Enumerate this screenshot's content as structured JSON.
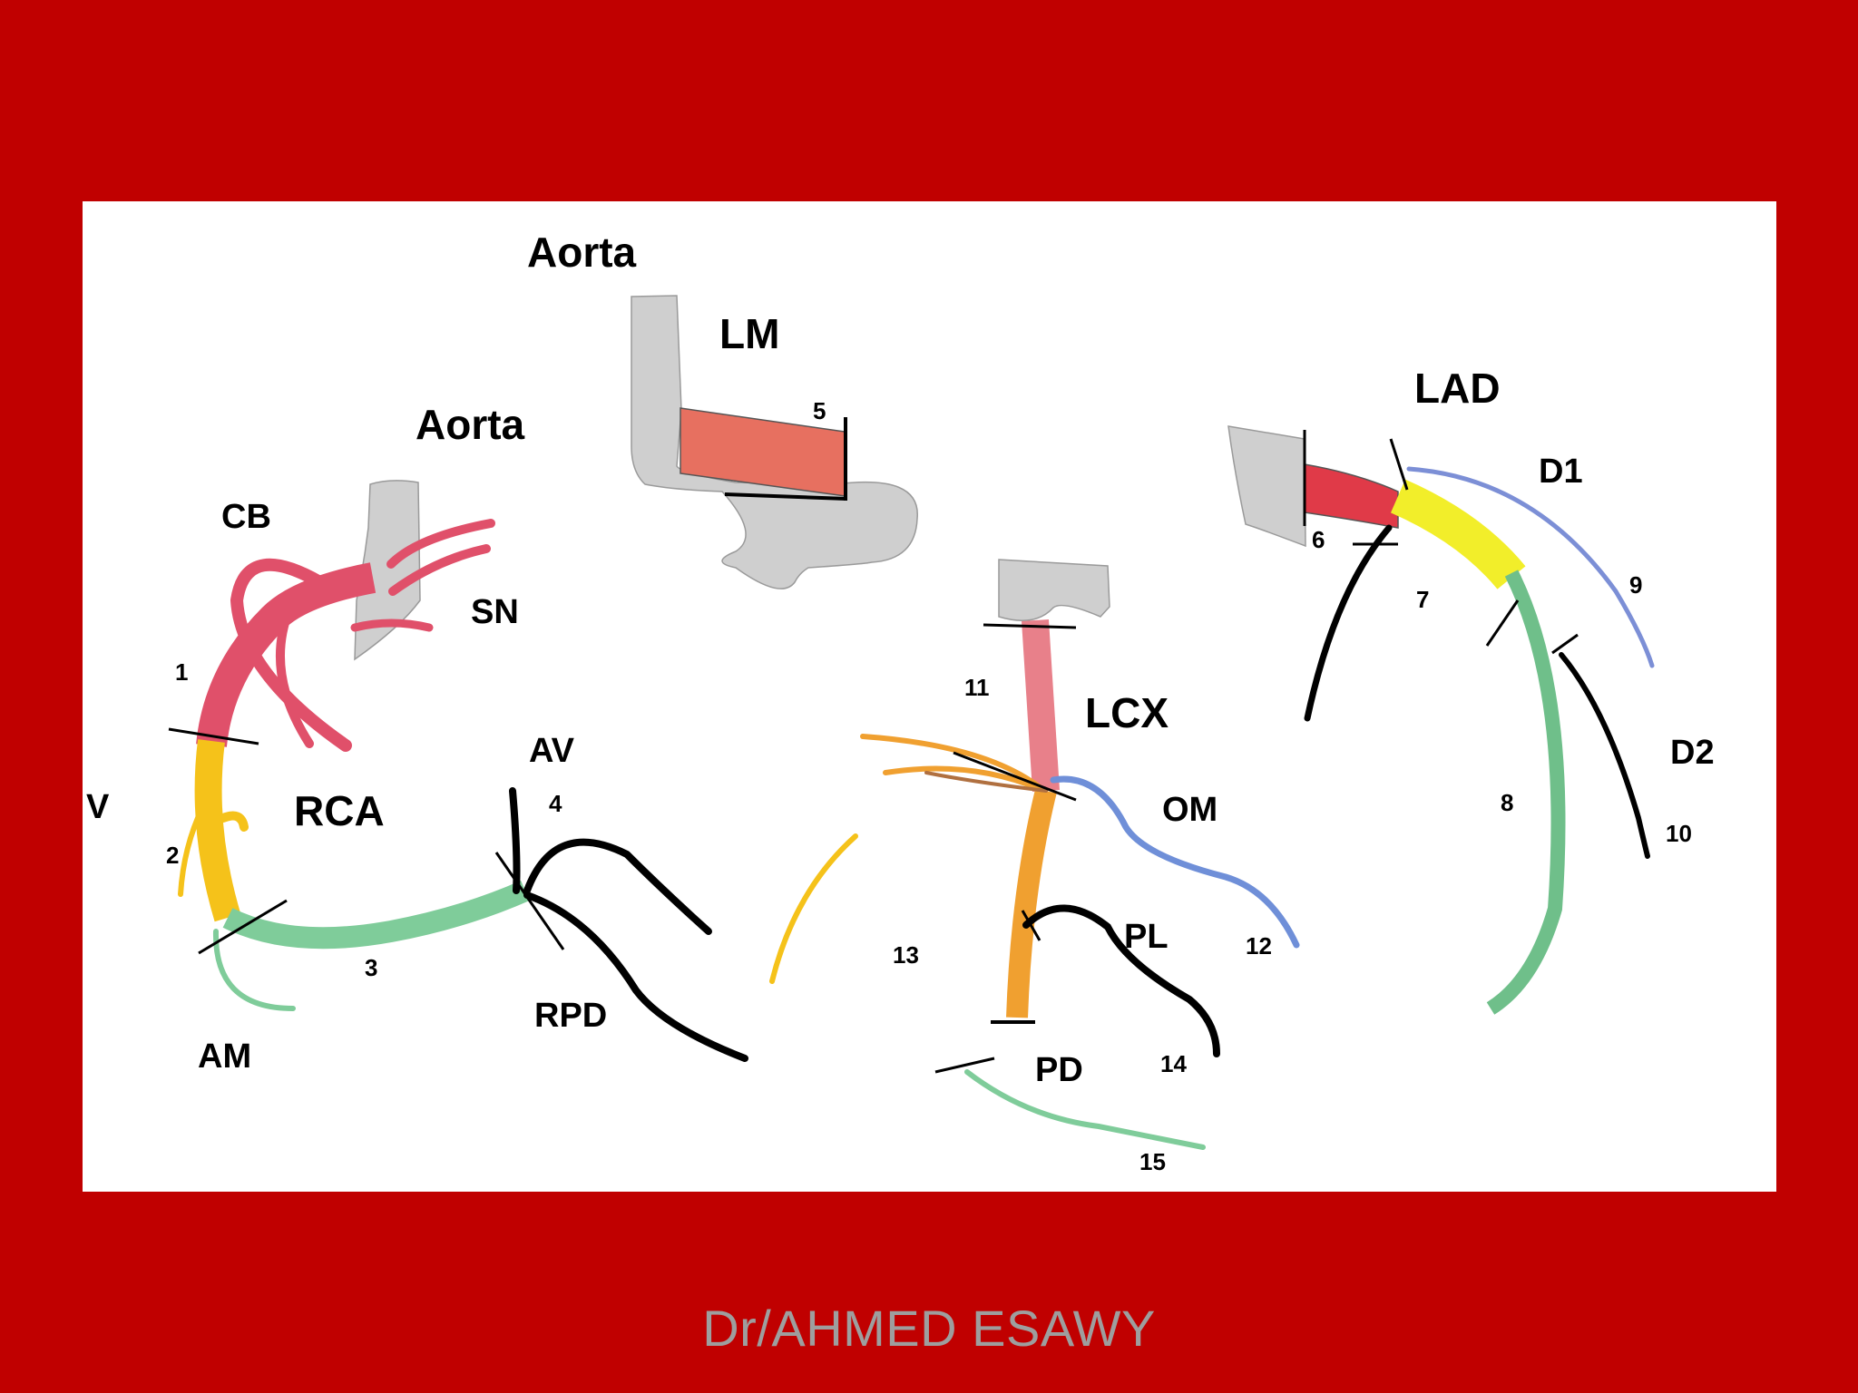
{
  "colors": {
    "background": "#c00000",
    "panel": "#ffffff",
    "aorta": "#cfcfcf",
    "rca_proximal": "#e0506a",
    "rca_mid": "#f5c21a",
    "rca_distal": "#7fcc9a",
    "left_main": "#e77060",
    "lad_proximal": "#e03a48",
    "lad_mid": "#f2ee2a",
    "lad_distal": "#6fbf8a",
    "diagonal": "#7c8fd6",
    "circumflex_proximal": "#e8808a",
    "circumflex_distal": "#f0a030",
    "obtuse_marginal": "#6f8fd8",
    "branch_black": "#000000",
    "author_text": "#9e9e9e"
  },
  "labels": {
    "aorta_top": "Aorta",
    "lm": "LM",
    "seg5": "5",
    "aorta_rca": "Aorta",
    "cb": "CB",
    "sn": "SN",
    "seg1": "1",
    "v": "V",
    "seg2": "2",
    "rca": "RCA",
    "av": "AV",
    "seg4": "4",
    "seg3": "3",
    "rpd": "RPD",
    "am": "AM",
    "seg11": "11",
    "lcx": "LCX",
    "om": "OM",
    "seg12": "12",
    "pl": "PL",
    "seg13": "13",
    "seg14": "14",
    "pd": "PD",
    "seg15": "15",
    "lad": "LAD",
    "d1": "D1",
    "seg6": "6",
    "seg7": "7",
    "seg9": "9",
    "seg8": "8",
    "d2": "D2",
    "seg10": "10"
  },
  "footer": {
    "author": "Dr/AHMED ESAWY"
  }
}
